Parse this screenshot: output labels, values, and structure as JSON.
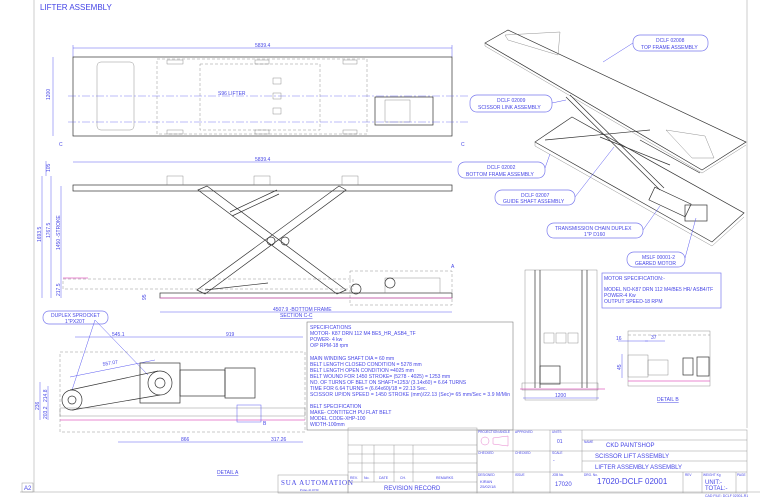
{
  "title": "LIFTER ASSEMBLY",
  "sheet_size": "A2",
  "top_view": {
    "length_dim": "5839.4",
    "width_dim": "1200",
    "section_mark": "C",
    "label": "S96 LIFTER"
  },
  "side_view": {
    "length_dim": "5839.4",
    "dims": [
      "105",
      "1693.5",
      "1767.5",
      "1450 -STROKE",
      "217.5",
      "95"
    ],
    "bottom_frame_dim": "4507.9 -BOTTOM FRAME",
    "section_label": "SECTION C-C",
    "detail_mark": "A"
  },
  "detail_a": {
    "callout": {
      "line1": "DUPLEX SPROCKET",
      "line2": "1\"PX20T"
    },
    "dims": {
      "d545": "545.1",
      "d919": "919",
      "d557": "557.07",
      "d236": "236",
      "d203": "203.2",
      "d214": "214.8",
      "d866": "866",
      "d317": "317.26"
    },
    "detail_b_mark": "B",
    "label": "DETAIL A"
  },
  "specifications": {
    "lines": [
      "SPECIFICATIONS",
      "MOTOR- K87 DRN 112 M4 BE5_HR_ASB4_TF",
      "POWER- 4 kw",
      "O/P RPM-18 rpm",
      "MAIN WINDING SHAFT DIA = 60 mm",
      "BELT LENGTH CLOSED CONDITION = 5278 mm",
      "BELT LENGTH OPEN CONDITION  =4025 mm",
      "BELT WOUND FOR 1450 STROKE= (5278 - 4025) = 1253 mm",
      "NO. OF TURNS OF BELT ON SHAFT=1253/ (3.14x60) = 6.64 TURNS",
      "TIME FOR 6.64 TURNS = (6.64x60)/18 = 22.13 Sec.",
      "SCISSOR UP/DN SPEED = 1450 STROKE (mm)/22.13 (Sec)= 65 mm/Sec = 3.9 M/Min",
      "BELT SPECIFICATION",
      "MAKE- CONTITECH PU FLAT BELT",
      "MODEL CODE-XHP-100",
      "WIDTH-100mm"
    ]
  },
  "iso_callouts": [
    {
      "line1": "DCLF 02008",
      "line2": "TOP FRAME ASSEMBLY"
    },
    {
      "line1": "DCLF 02009",
      "line2": "SCISSOR LINK ASSEMBLY"
    },
    {
      "line1": "DCLF 02002",
      "line2": "BOTTOM FRAME ASSEMBLY"
    },
    {
      "line1": "DCLF 02007",
      "line2": "GUIDE SHAFT ASSEMBLY"
    },
    {
      "line1": "TRANSMISSION CHAIN DUPLEX",
      "line2": "1\"P D160"
    },
    {
      "line1": "MSLF 00001-2",
      "line2": "GEARED MOTOR"
    }
  ],
  "motor_spec": {
    "lines": [
      "MOTOR SPECIFICATION:-",
      "MODEL NO-K87 DRN 112 M4/BE5 HR/ ASB4/TF",
      "POWER-4 Kw",
      "OUTPUT SPEED-18 RPM"
    ]
  },
  "end_view": {
    "width_dim": "1200"
  },
  "detail_b": {
    "d16": "16",
    "d37": "37",
    "d45": "45",
    "label": "DETAIL B"
  },
  "title_block": {
    "projection_angle": "PROJECTION ANGLE",
    "approved": "APPROVED",
    "units_label": "UNITS",
    "units": "01",
    "name_label": "NAME",
    "name": "CKD PAINTSHOP",
    "checked1": "CHECKED",
    "checked2": "CHECKED",
    "scale_label": "SCALE",
    "scale": "-",
    "title1": "SCISSOR LIFT ASSEMBLY",
    "title2": "LIFTER ASSEMBLY ASSEMBLY",
    "designed_label": "DESIGNED",
    "designer": "KIRAN",
    "date": "25/02/18",
    "issue_label": "ISSUE",
    "job_label": "JOB No.",
    "job": "17020",
    "drg_label": "DRG. No.",
    "drg": "17020-DCLF 02001",
    "rev_label": "REV",
    "weight_label": "WEIGHT Kg",
    "weight_unit": "UNIT:-",
    "weight_total": "TOTAL:-",
    "page_label": "PAGE",
    "cad_file": "CAD FILE:  DCLF 02001-R1",
    "company": "SUA AUTOMATION",
    "company_city": "Pune-411039",
    "revision_headers": [
      "REV.",
      "No.",
      "DATE",
      "CH.",
      "REMARKS"
    ],
    "revision_record": "REVISION RECORD"
  },
  "colors": {
    "annotation": "#4646e6",
    "line": "#333333",
    "centerline_pink": "#e060c0"
  }
}
